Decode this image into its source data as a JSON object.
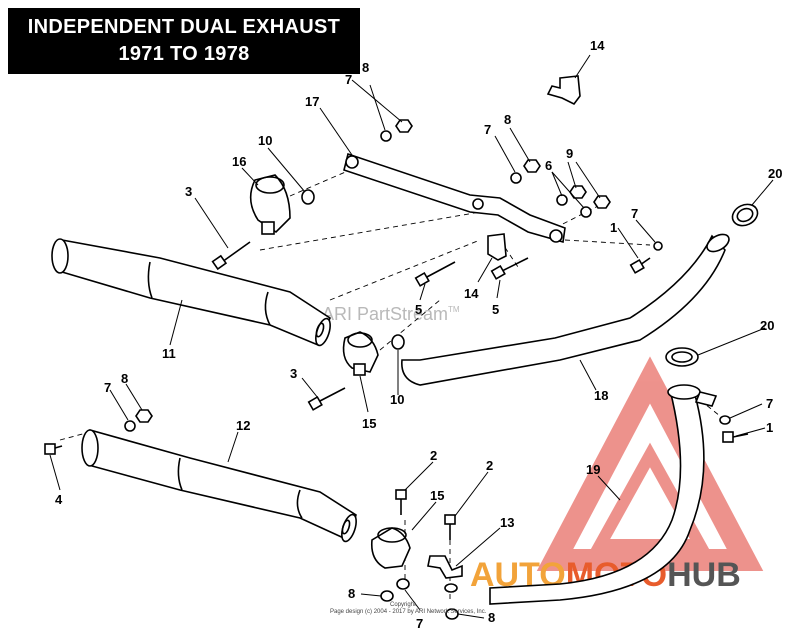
{
  "title": {
    "line1": "INDEPENDENT DUAL EXHAUST",
    "line2": "1971 TO 1978"
  },
  "watermark": {
    "text": "ARI PartStream",
    "trademark": "TM"
  },
  "copyright": {
    "line1": "Copyright",
    "line2": "Page design (c) 2004 - 2017 by ARI Network Services, Inc."
  },
  "logo": {
    "part1": "AUTO",
    "part2": "MOTO",
    "part3": "HUB",
    "colors": {
      "triangle": "#e03a2f",
      "auto": "#f2a33a",
      "moto": "#e85c2c",
      "hub": "#555555"
    }
  },
  "callouts": {
    "c14a": "14",
    "c8a": "8",
    "c7a": "7",
    "c17": "17",
    "c10a": "10",
    "c16": "16",
    "c7b": "7",
    "c8b": "8",
    "c9": "9",
    "c6": "6",
    "c20a": "20",
    "c3a": "3",
    "c7c": "7",
    "c1a": "1",
    "c14b": "14",
    "c5a": "5",
    "c5b": "5",
    "c11": "11",
    "c20b": "20",
    "c3b": "3",
    "c15a": "15",
    "c10b": "10",
    "c18": "18",
    "c7d": "7",
    "c8c": "8",
    "c12": "12",
    "c7e": "7",
    "c1b": "1",
    "c4": "4",
    "c19": "19",
    "c2a": "2",
    "c2b": "2",
    "c15b": "15",
    "c13": "13",
    "c8d": "8",
    "c7f": "7",
    "c8e": "8"
  }
}
